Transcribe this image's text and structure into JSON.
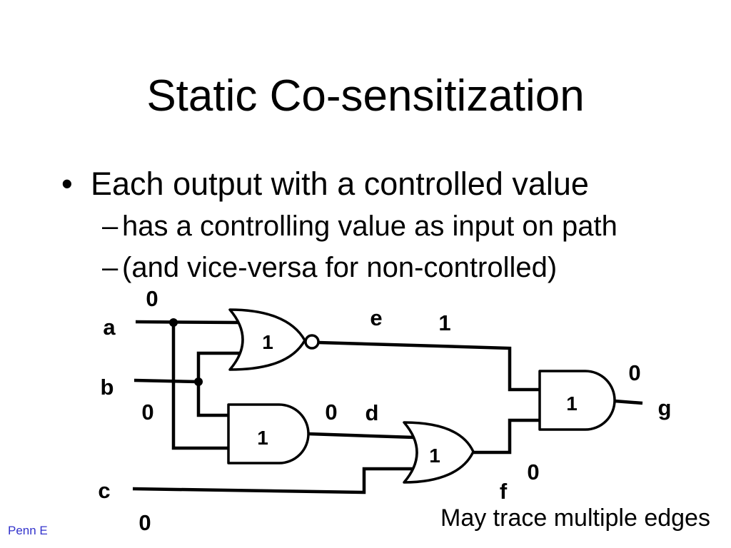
{
  "slide": {
    "title": "Static Co-sensitization",
    "bullets": [
      {
        "marker": "•",
        "text": "Each output with a controlled value"
      },
      {
        "marker": "–",
        "text": "has a controlling value as input on path"
      },
      {
        "marker": "–",
        "text": "(and vice-versa for non-controlled)"
      }
    ],
    "caption": "May trace multiple edges",
    "footer": "Penn E"
  },
  "circuit": {
    "inputs": [
      {
        "name": "a",
        "value": "0"
      },
      {
        "name": "b",
        "value": "0"
      },
      {
        "name": "c",
        "value": "0"
      }
    ],
    "nets": [
      {
        "name": "e",
        "value": "1"
      },
      {
        "name": "d",
        "value": "0"
      },
      {
        "name": "f",
        "value": "0"
      },
      {
        "name": "g",
        "value": "0"
      }
    ],
    "gates": [
      {
        "icon": "nor-gate-icon",
        "label": "1"
      },
      {
        "icon": "and-gate-icon",
        "label": "1"
      },
      {
        "icon": "or-gate-icon",
        "label": "1"
      },
      {
        "icon": "and-gate-icon",
        "label": "1"
      }
    ]
  },
  "colors": {
    "text": "#000000",
    "footer_text": "#3333cc",
    "background": "#ffffff"
  }
}
